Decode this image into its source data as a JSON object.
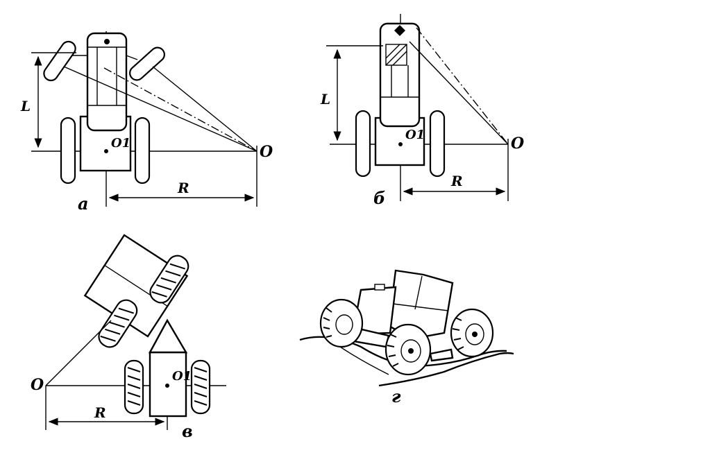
{
  "figure": {
    "panel_a": {
      "label": "а",
      "dim_L": "L",
      "dim_R": "R",
      "pivot_label": "O",
      "center_label": "O1"
    },
    "panel_b": {
      "label": "б",
      "dim_L": "L",
      "dim_R": "R",
      "pivot_label": "O",
      "center_label": "O1"
    },
    "panel_v": {
      "label": "в",
      "dim_R": "R",
      "pivot_label": "O",
      "center_label": "O1"
    },
    "panel_g": {
      "label": "г"
    }
  },
  "colors": {
    "ink": "#000000",
    "paper": "#ffffff"
  }
}
